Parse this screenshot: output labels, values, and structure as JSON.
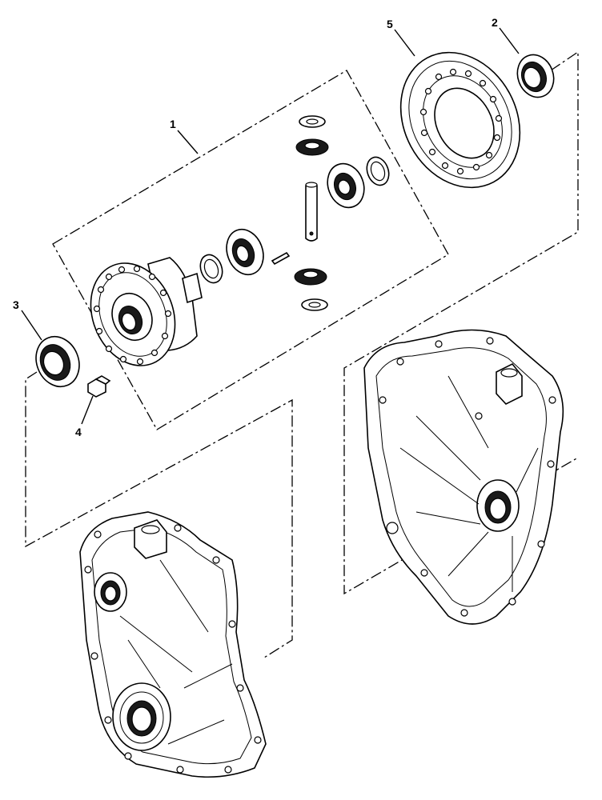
{
  "diagram": {
    "callouts": [
      {
        "id": "1",
        "label": "1"
      },
      {
        "id": "2",
        "label": "2"
      },
      {
        "id": "3",
        "label": "3"
      },
      {
        "id": "4",
        "label": "4"
      },
      {
        "id": "5",
        "label": "5"
      }
    ]
  },
  "colors": {
    "line": "#000000",
    "background": "#ffffff",
    "shade": "#1a1a1a"
  }
}
